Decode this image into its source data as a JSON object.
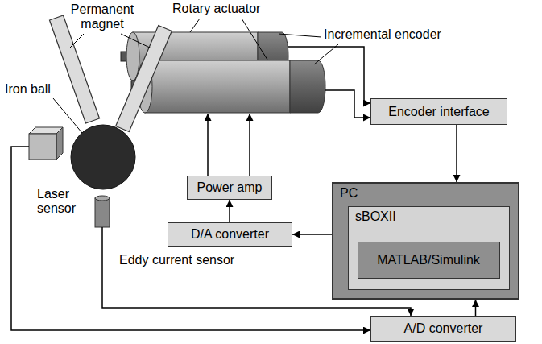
{
  "diagram": {
    "nodes": [
      {
        "text": [
          "Encoder interface"
        ]
      },
      {
        "text": [
          "Power amp"
        ]
      },
      {
        "text": [
          "PC"
        ]
      },
      {
        "text": [
          "sBOXII"
        ],
        "in": 2
      },
      {
        "text": [
          "MATLAB/Simulink"
        ],
        "in": 3
      },
      {
        "text": [
          "D/A converter"
        ]
      },
      {
        "text": [
          "A/D converter"
        ]
      }
    ],
    "edges": [
      {
        "from": 0,
        "to": 2,
        "arrow": "to"
      },
      {
        "from": 3,
        "to": 5,
        "arrow": "to"
      },
      {
        "from": 5,
        "to": 1,
        "arrow": "to"
      },
      {
        "from": 6,
        "to": 2,
        "arrow": "to"
      }
    ],
    "labels": [
      "Permanent magnet",
      "Rotary actuator",
      "Incremental encoder",
      "Iron ball",
      "Laser sensor",
      "Eddy current sensor"
    ]
  }
}
